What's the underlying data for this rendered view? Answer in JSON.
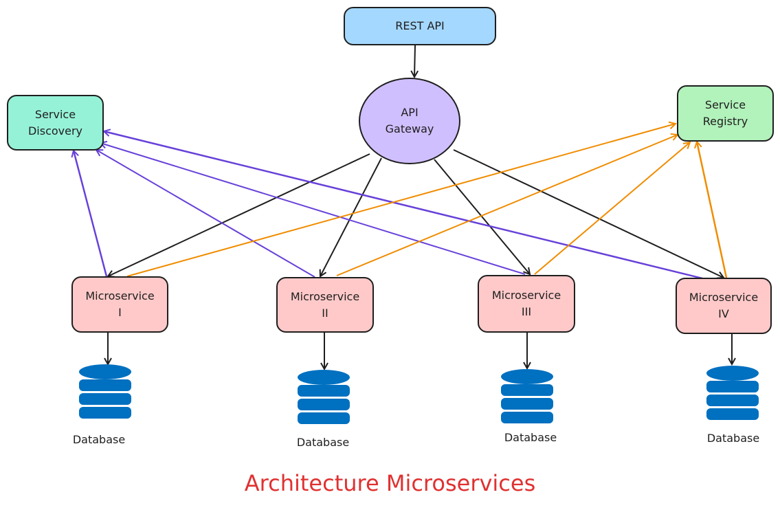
{
  "title": "Architecture Microservices",
  "colors": {
    "rest_api_fill": "#a5d8ff",
    "gateway_fill": "#d0bfff",
    "discovery_fill": "#96f2d7",
    "registry_fill": "#b2f2bb",
    "microservice_fill": "#ffc9c9",
    "database_fill": "#0070c0",
    "stroke": "#1e1e1e",
    "discovery_line": "#6741d9",
    "registry_line": "#f08c00",
    "title": "#e03131"
  },
  "nodes": {
    "rest_api": "REST API",
    "gateway": "API\nGateway",
    "discovery": "Service\nDiscovery",
    "registry": "Service\nRegistry",
    "ms1": "Microservice\nI",
    "ms2": "Microservice\nII",
    "ms3": "Microservice\nIII",
    "ms4": "Microservice\nIV"
  },
  "databases": [
    "Database",
    "Database",
    "Database",
    "Database"
  ]
}
